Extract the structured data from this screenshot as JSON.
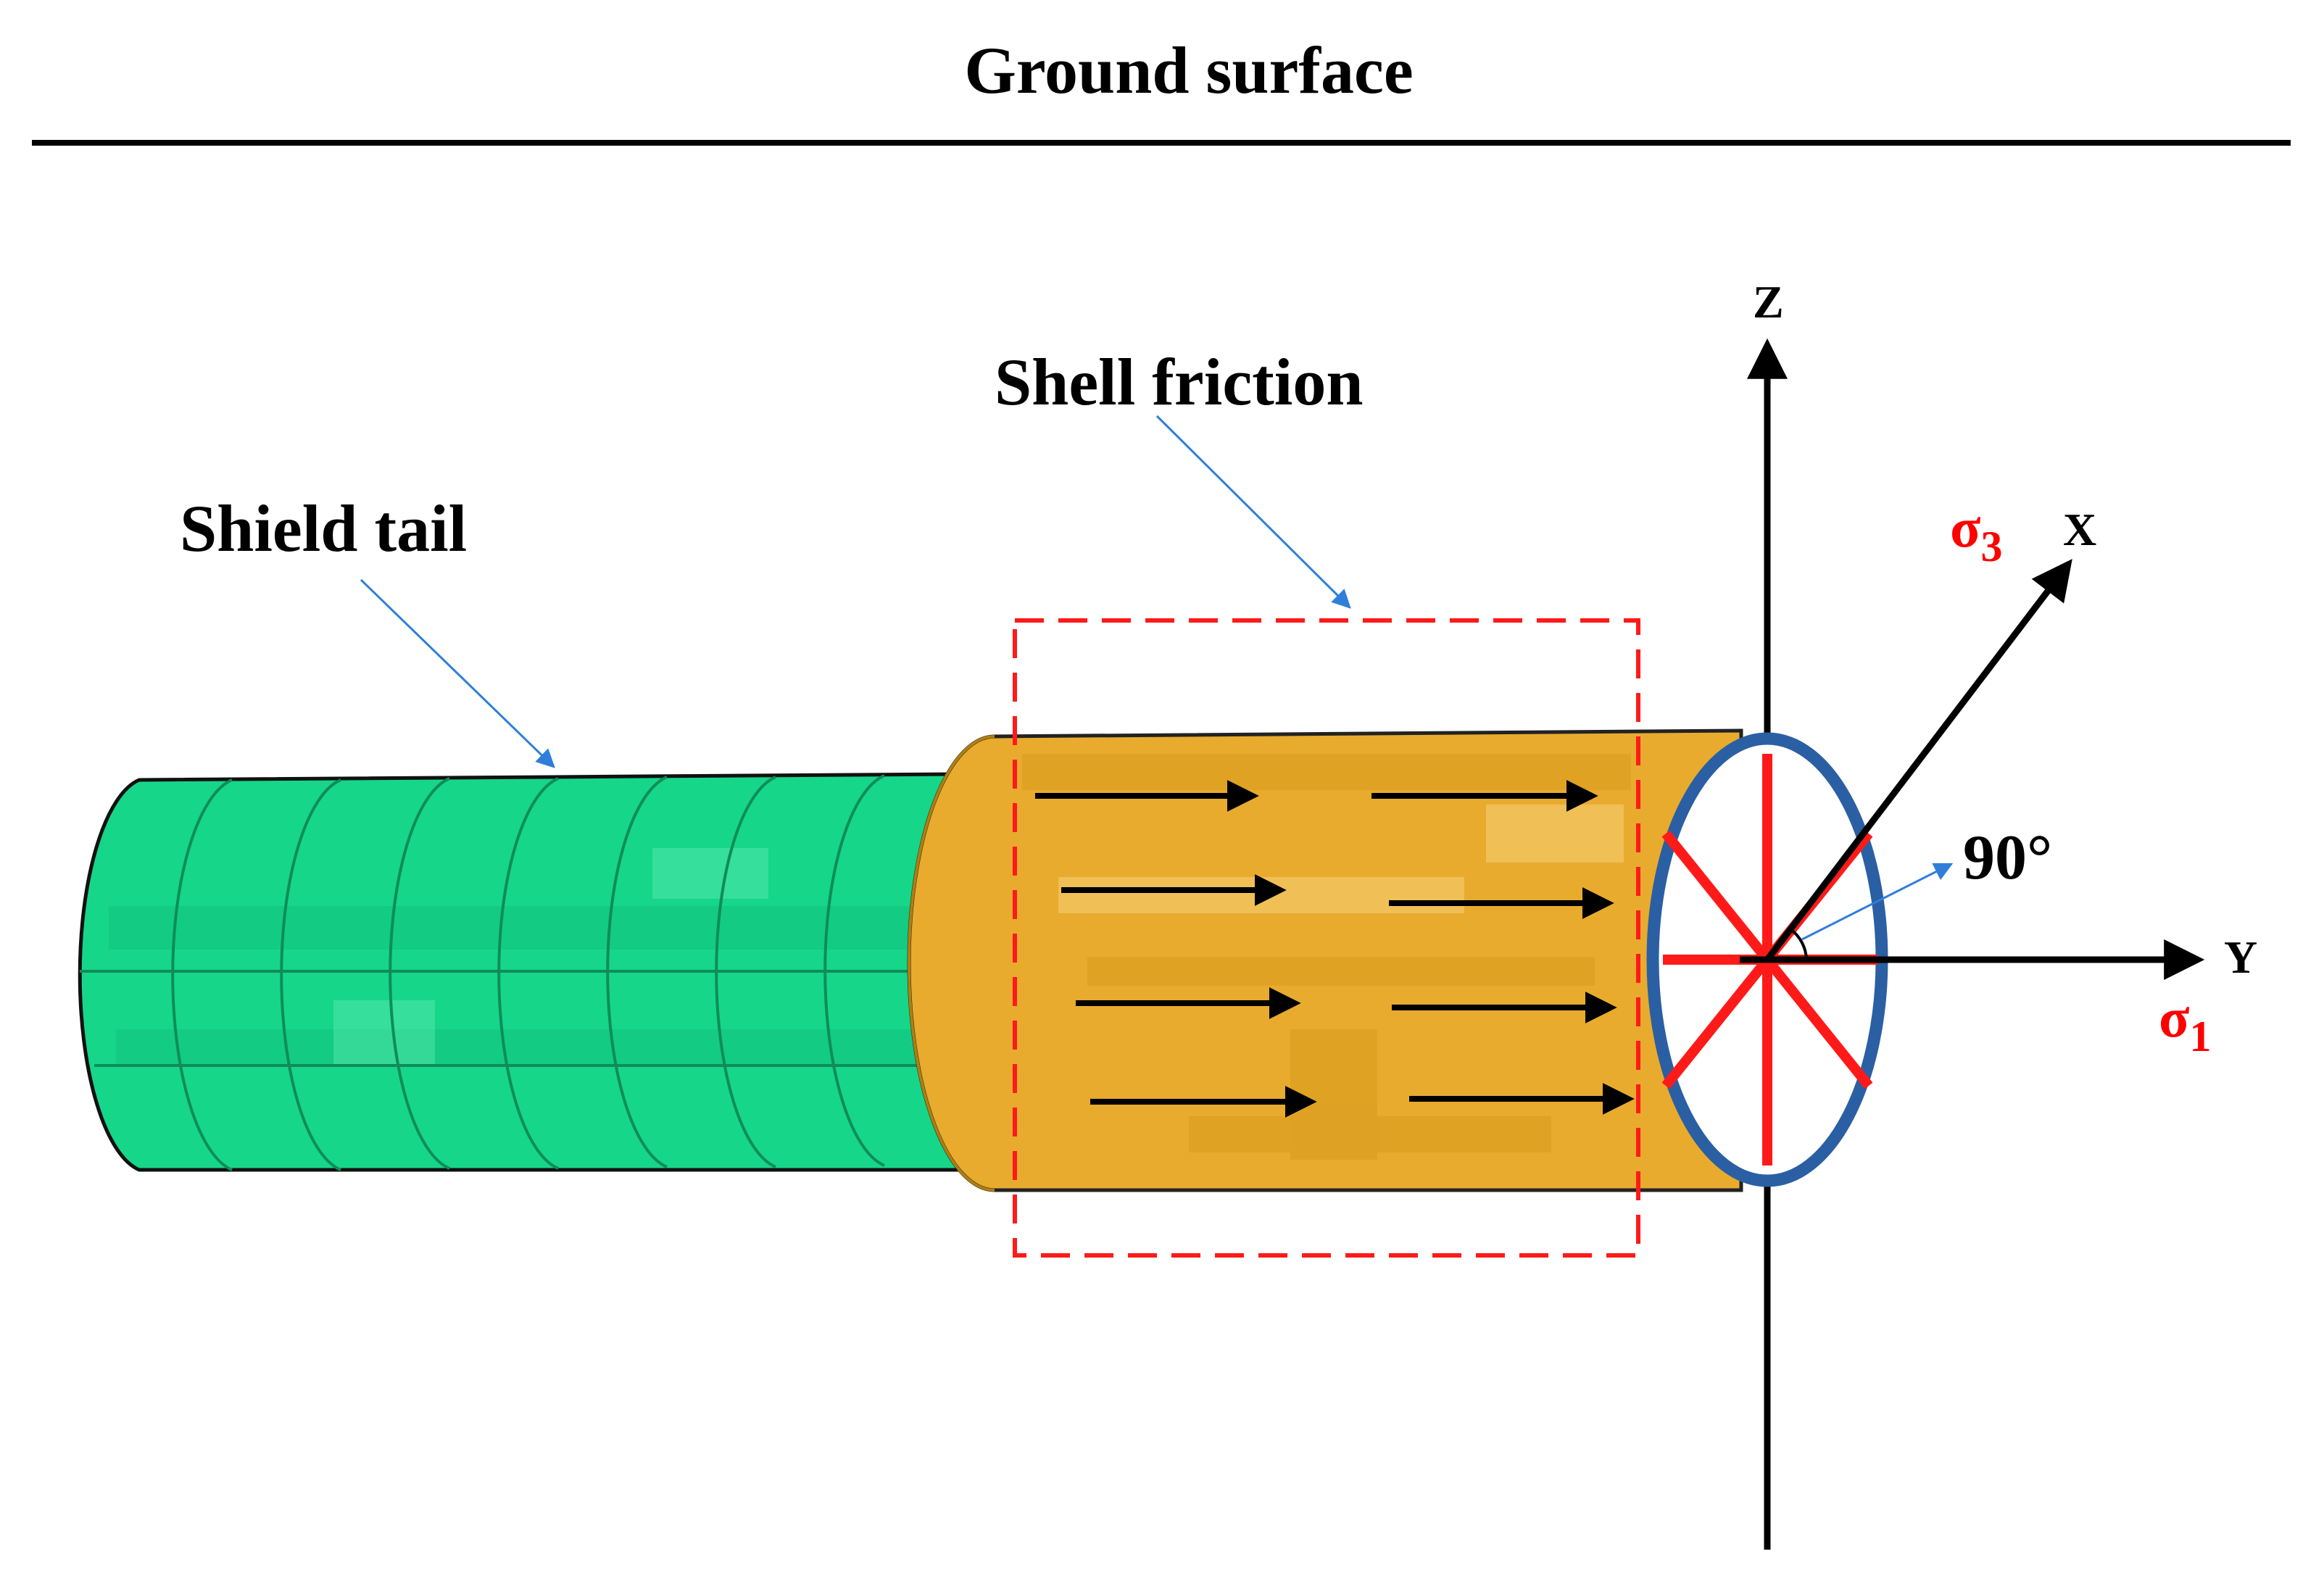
{
  "ground": {
    "label": "Ground surface"
  },
  "labels": {
    "shell_friction": "Shell friction",
    "shield_tail": "Shield tail",
    "angle": "90°"
  },
  "axes": {
    "z": "Z",
    "x": "X",
    "y": "Y",
    "sigma3": {
      "base": "σ",
      "sub": "3"
    },
    "sigma1": {
      "base": "σ",
      "sub": "1"
    }
  },
  "colors": {
    "shield_tail": "#16d68a",
    "shield": "#e8ab2e",
    "face_ring": "#2a5fa3",
    "stress": "#ff1a1a",
    "pointer": "#2f7fd9",
    "friction_box": "#ff1a1a"
  }
}
